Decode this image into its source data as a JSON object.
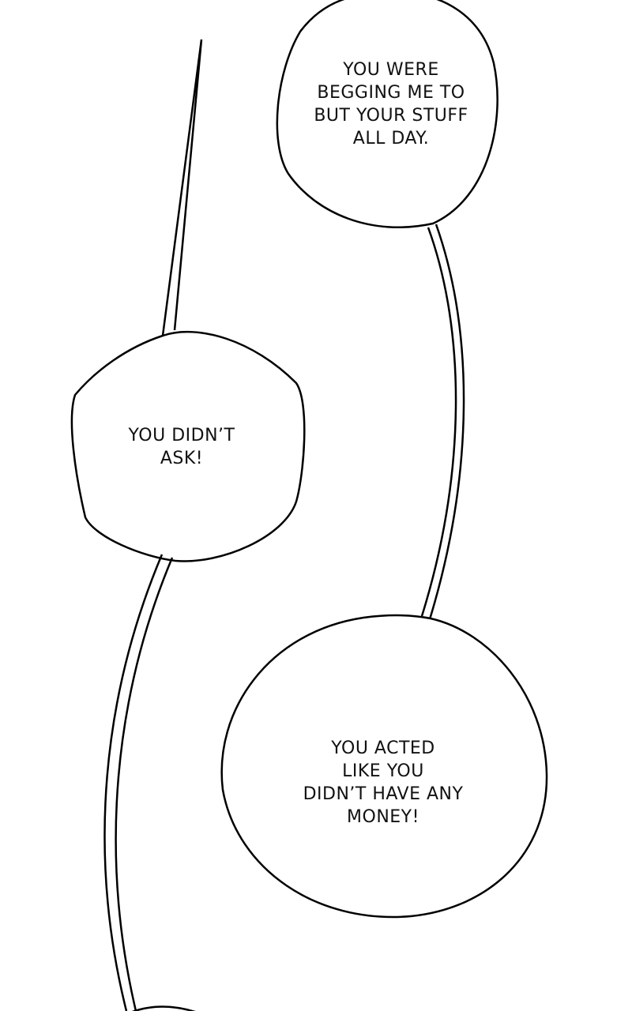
{
  "bubbles": [
    {
      "id": "top-right",
      "text": "YOU WERE\nBEGGING ME TO\nBUT YOUR STUFF\nALL DAY."
    },
    {
      "id": "middle-left",
      "text": "YOU DIDN’T\nASK!"
    },
    {
      "id": "bottom-right",
      "text": "YOU ACTED\nLIKE YOU\nDIDN’T HAVE ANY\nMONEY!"
    }
  ],
  "colors": {
    "background": "#ffffff",
    "ink": "#000000"
  }
}
